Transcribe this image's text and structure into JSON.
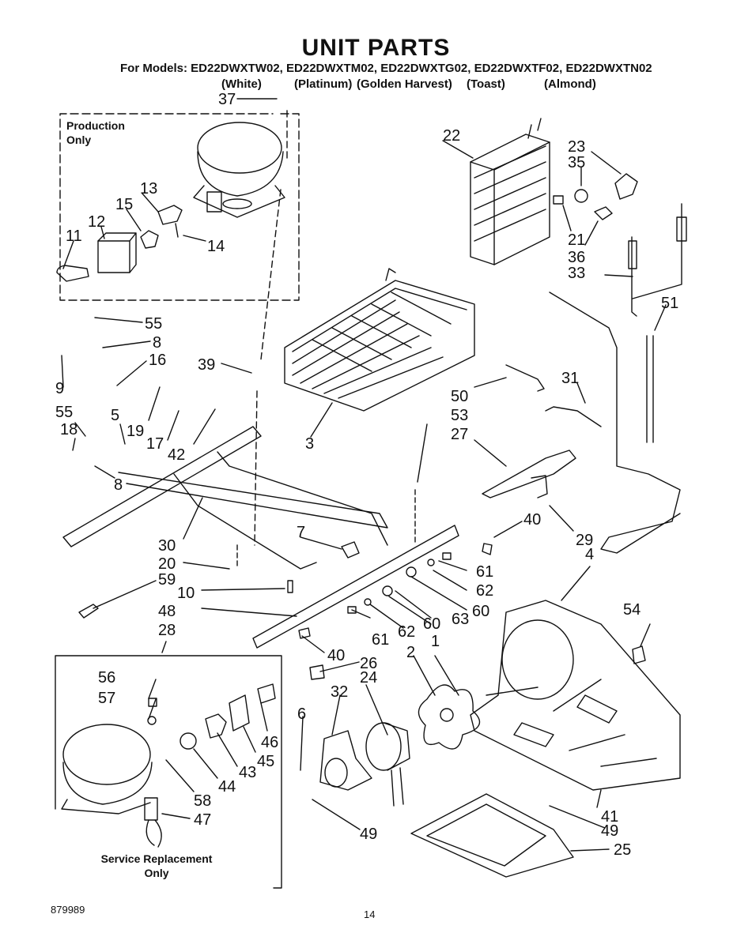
{
  "header": {
    "title": "UNIT PARTS",
    "models_line": "For Models:  ED22DWXTW02, ED22DWXTM02, ED22DWXTG02, ED22DWXTF02, ED22DWXTN02",
    "colors": [
      "(White)",
      "(Platinum)",
      "(Golden Harvest)",
      "(Toast)",
      "(Almond)"
    ]
  },
  "notes": {
    "production_line1": "Production",
    "production_line2": "Only",
    "service_line1": "Service Replacement",
    "service_line2": "Only"
  },
  "footer": {
    "doc_number": "879989",
    "page_number": "14"
  },
  "callouts": [
    "37",
    "22",
    "23",
    "35",
    "13",
    "15",
    "12",
    "11",
    "14",
    "21",
    "36",
    "33",
    "55",
    "8",
    "9",
    "16",
    "39",
    "51",
    "50",
    "31",
    "53",
    "27",
    "55",
    "18",
    "5",
    "19",
    "17",
    "42",
    "3",
    "8",
    "40",
    "29",
    "30",
    "7",
    "20",
    "59",
    "10",
    "61",
    "62",
    "60",
    "63",
    "4",
    "48",
    "54",
    "61",
    "62",
    "60",
    "28",
    "40",
    "26",
    "2",
    "1",
    "56",
    "32",
    "24",
    "57",
    "6",
    "46",
    "45",
    "43",
    "44",
    "58",
    "47",
    "41",
    "49",
    "25",
    "49"
  ]
}
